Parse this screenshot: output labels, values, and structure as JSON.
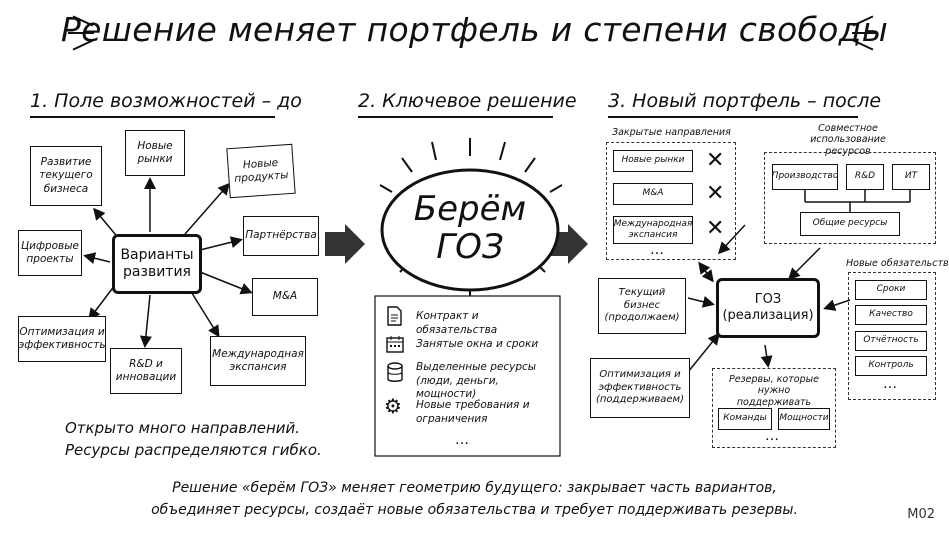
{
  "title": "Решение меняет портфель и степени свободы",
  "sections": {
    "s1": "1. Поле возможностей – до",
    "s2": "2. Ключевое решение",
    "s3": "3. Новый портфель – после"
  },
  "left": {
    "center": "Варианты развития",
    "options": {
      "dev_business": "Развитие текущего бизнеса",
      "new_markets": "Новые рынки",
      "new_products": "Новые продукты",
      "partnerships": "Партнёрства",
      "ma": "M&A",
      "intl": "Международная экспансия",
      "rnd": "R&D и инновации",
      "optimization": "Оптимизация и эффективность",
      "digital": "Цифровые проекты"
    },
    "note_line1": "Открыто много направлений.",
    "note_line2": "Ресурсы распределяются гибко."
  },
  "middle": {
    "decision": "Берём ГОЗ",
    "items": [
      "Контракт и обязательства",
      "Занятые окна и сроки",
      "Выделенные ресурсы (люди, деньги, мощности)",
      "Новые требования и ограничения"
    ],
    "ellipsis": "…"
  },
  "right": {
    "closed_label": "Закрытые направления",
    "closed_items": [
      "Новые рынки",
      "M&A",
      "Международная экспансия"
    ],
    "closed_ellipsis": "…",
    "x_icon": "cross-icon",
    "shared_label": "Совместное использование ресурсов",
    "shared_items": [
      "Производство",
      "R&D",
      "ИТ"
    ],
    "shared_common": "Общие ресурсы",
    "center": "ГОЗ (реализация)",
    "current": "Текущий бизнес (продолжаем)",
    "optimization": "Оптимизация и эффективность (поддерживаем)",
    "new_obl_label": "Новые обязательства",
    "new_obl_items": [
      "Сроки",
      "Качество",
      "Отчётность",
      "Контроль"
    ],
    "new_obl_ellipsis": "…",
    "reserves_label": "Резервы, которые нужно поддерживать",
    "reserves_items": [
      "Команды",
      "Мощности"
    ],
    "reserves_ellipsis": "…"
  },
  "bottom_line1": "Решение «берём ГОЗ» меняет геометрию будущего: закрывает часть вариантов,",
  "bottom_line2": "объединяет ресурсы, создаёт новые обязательства и требует поддерживать резервы.",
  "code": "M02"
}
